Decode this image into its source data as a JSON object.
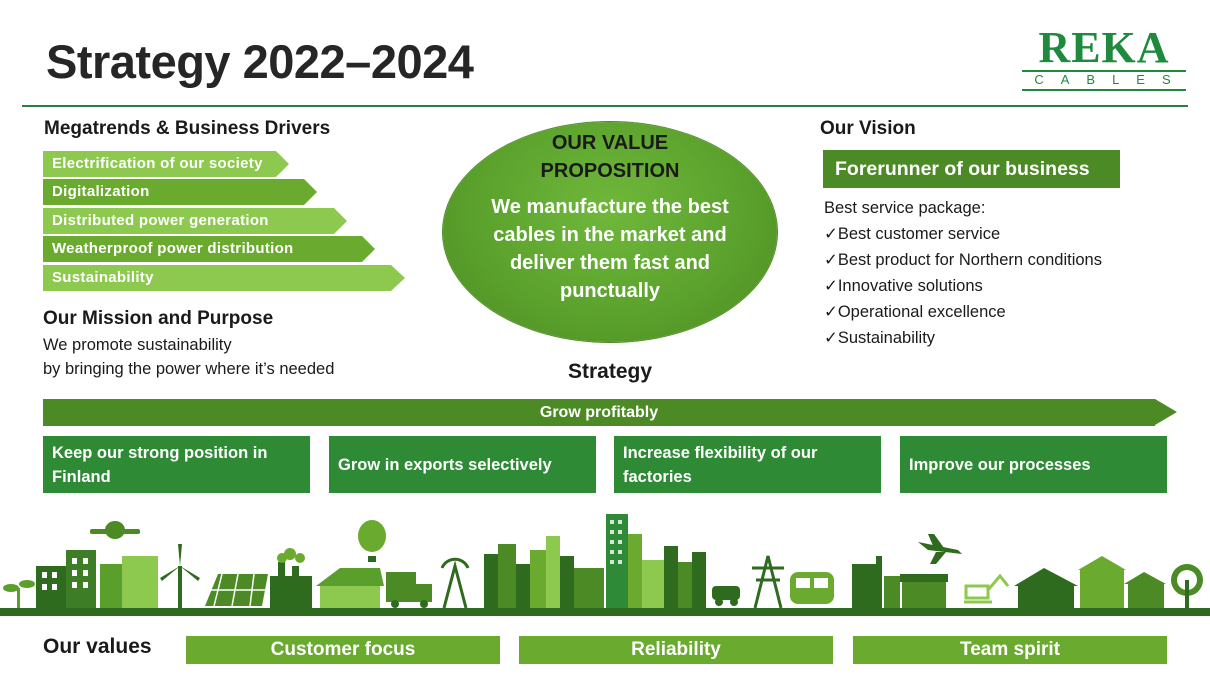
{
  "title": "Strategy 2022–2024",
  "logo": {
    "word": "REKA",
    "sub": "CABLES"
  },
  "megatrends": {
    "heading": "Megatrends & Business Drivers",
    "items": [
      "Electrification  of our society",
      "Digitalization",
      "Distributed  power generation",
      "Weatherproof  power distribution",
      "Sustainability"
    ]
  },
  "mission": {
    "heading": "Our Mission and Purpose",
    "line1": "We promote sustainability",
    "line2": "by bringing the power where it’s needed"
  },
  "value_proposition": {
    "title_line1": "OUR VALUE",
    "title_line2": "PROPOSITION",
    "text": "We manufacture the best cables in the market and deliver them fast and punctually"
  },
  "vision": {
    "heading": "Our Vision",
    "box": "Forerunner of our business",
    "intro": "Best service package:",
    "items": [
      "✓Best customer service",
      "✓Best product for Northern conditions",
      "✓Innovative solutions",
      "✓Operational excellence",
      "✓Sustainability"
    ]
  },
  "strategy": {
    "heading": "Strategy",
    "grow": "Grow profitably",
    "boxes": [
      "Keep our strong position in Finland",
      "Grow in exports selectively",
      "Increase flexibility of our factories",
      "Improve our processes"
    ]
  },
  "values": {
    "heading": "Our values",
    "items": [
      "Customer focus",
      "Reliability",
      "Team spirit"
    ]
  },
  "colors": {
    "dark_green": "#4c8a25",
    "mid_green": "#6aaa2f",
    "light_green": "#8cc94e",
    "strategy_box": "#2f8a36",
    "logo_green": "#1f8a3d"
  }
}
